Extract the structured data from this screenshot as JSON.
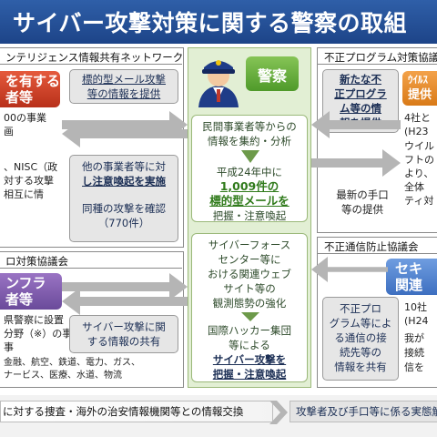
{
  "title": "サイバー攻撃対策に関する警察の取組",
  "left_top": {
    "panel_title": "ンテリジェンス情報共有ネットワーク",
    "red_box": [
      "を有する",
      "者等"
    ],
    "notes": [
      "00の事業",
      "画",
      "、NISC（政",
      "対する攻撃",
      "相互に情"
    ],
    "gray1": [
      "標的型メール攻撃",
      "等の情報を提供"
    ],
    "gray2_l1": "他の事業者等に対",
    "gray2_l2": "し注意喚起を実施",
    "gray2_l3": "同種の攻撃を確認",
    "gray2_l4": "（770件）"
  },
  "left_bottom": {
    "panel_title": "ロ対策協議会",
    "purple_box": [
      "ンフラ",
      "者等"
    ],
    "notes": [
      "県警察に設置",
      "分野（※）の事",
      "事"
    ],
    "list": [
      "金融、航空、鉄道、電力、ガス、",
      "ナービス、医療、水道、物流"
    ],
    "gray": [
      "サイバー攻撃に関",
      "する情報の共有"
    ]
  },
  "police": {
    "label": "警察",
    "t1": [
      "民間事業者等からの",
      "情報を集約・分析"
    ],
    "t2_l1": "平成24年中に",
    "t2_l2": "1,009件の",
    "t2_l3": "標的型メールを",
    "t2_l4": "把握・注意喚起",
    "t3": [
      "サイバーフォース",
      "センター等に",
      "おける関連ウェブ",
      "サイト等の",
      "観測態勢の強化"
    ],
    "t4_l1": "国際ハッカー集団",
    "t4_l2": "等による",
    "t4_l3": "サイバー攻撃を",
    "t4_l4": "把握・注意喚起"
  },
  "right_top": {
    "panel_title": "不正プログラム対策協議",
    "gray1": [
      "新たな不",
      "正プログラ",
      "ム等の情",
      "報を提供"
    ],
    "orange_box": [
      "ｳｲﾙｽ",
      "提供"
    ],
    "notes": [
      "4社と",
      "(H23",
      "ウイル",
      "フトの",
      "より、",
      "全体",
      "ティ対"
    ],
    "gray2": [
      "最新の手口",
      "等の提供"
    ]
  },
  "right_bottom": {
    "panel_title": "不正通信防止協議会",
    "blue_box": [
      "セキ",
      "関連"
    ],
    "gray": [
      "不正プロ",
      "グラム等によ",
      "る通信の接",
      "続先等の",
      "情報を共有"
    ],
    "notes": [
      "10社",
      "(H24",
      "我が",
      "接続",
      "信を"
    ]
  },
  "bottom": {
    "left": "に対する捜査・海外の治安情報機関等との情報交換",
    "right": "攻撃者及び手口等に係る実態解"
  },
  "colors": {
    "title_bg": "#2f5fa8",
    "arrow_gray": "#b5b5b5",
    "police_bg": "#e2efd4",
    "highlight_green": "#2f7a1a"
  }
}
